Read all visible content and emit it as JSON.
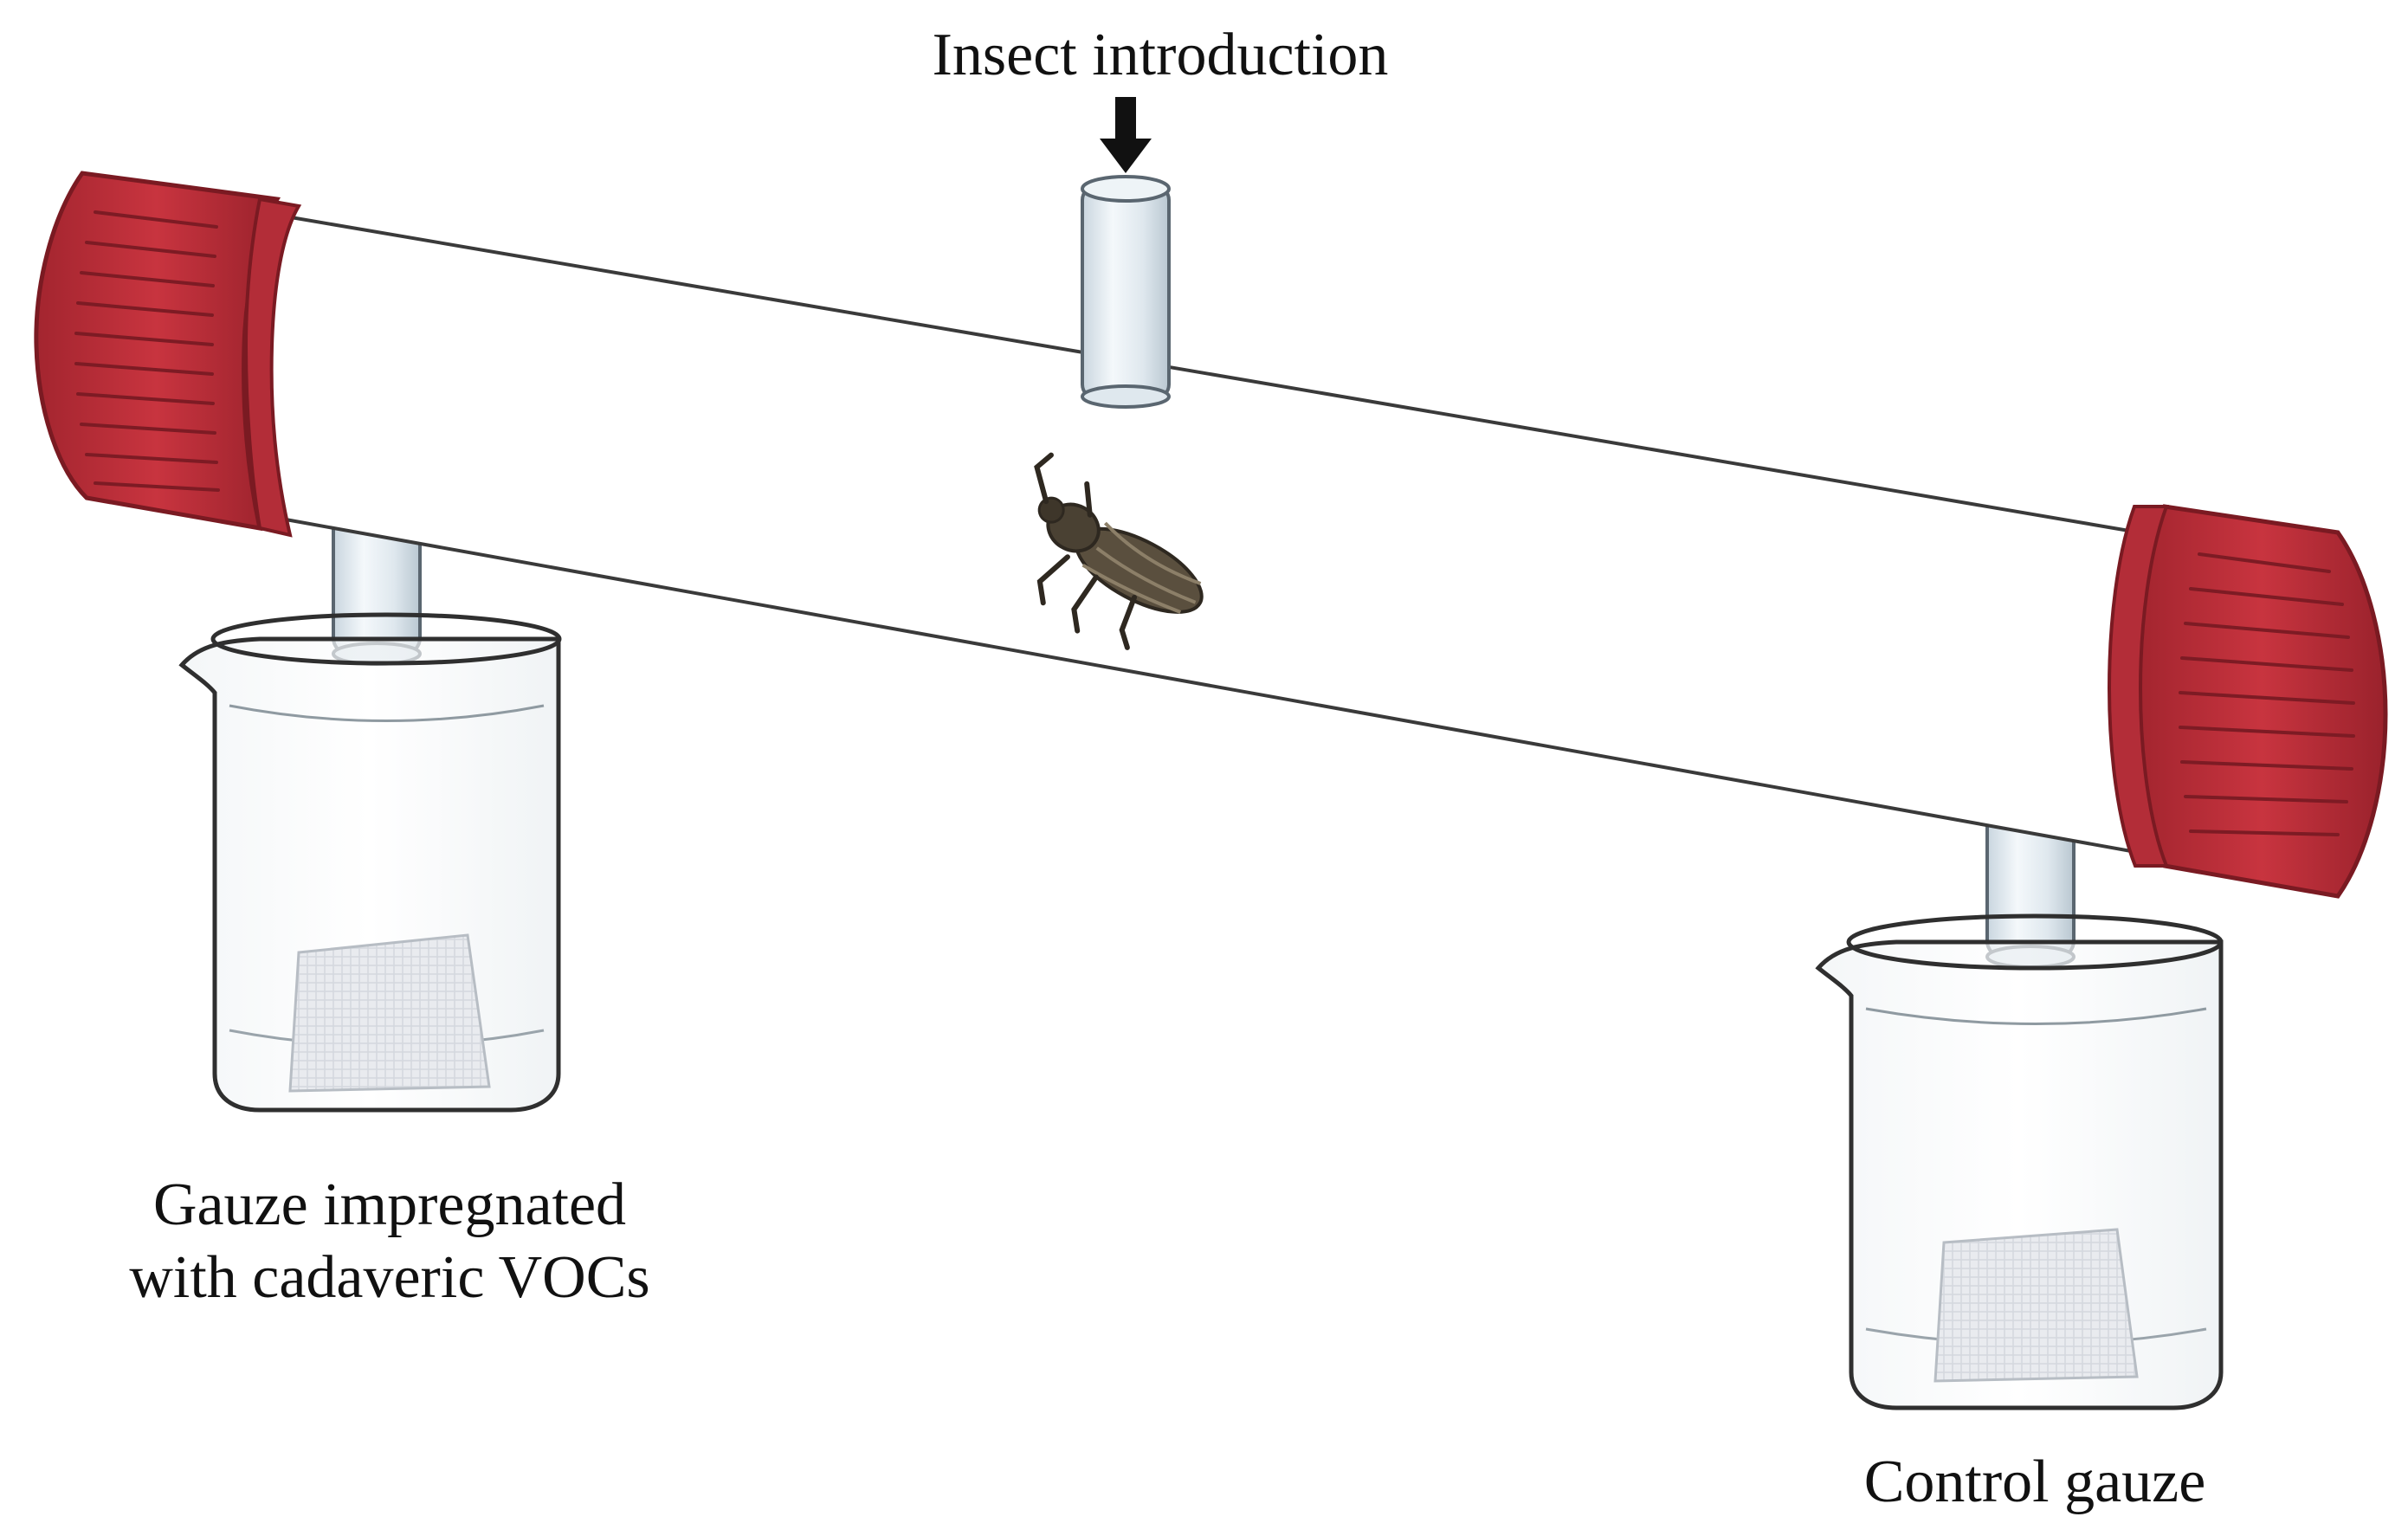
{
  "labels": {
    "insect_introduction": "Insect introduction",
    "treated_gauze_line1": "Gauze impregnated",
    "treated_gauze_line2": "with cadaveric VOCs",
    "control_gauze": "Control gauze"
  },
  "colors": {
    "cap_red": "#c0303c",
    "cap_red_dark": "#8e1f29",
    "tube_outline": "#3a3a3a",
    "glass": "#dfe9f0",
    "gauze": "#e9ebef",
    "beetle": "#5a4f3e"
  },
  "icons": {
    "arrow": "down-arrow-icon",
    "insect": "beetle-icon"
  }
}
